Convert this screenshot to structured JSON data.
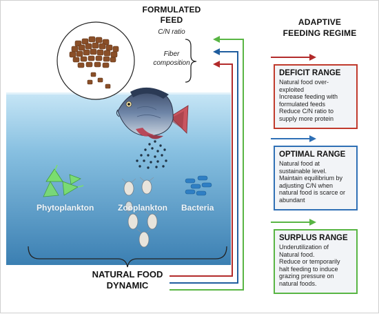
{
  "feed": {
    "title_line1": "FORMULATED",
    "title_line2": "FEED",
    "cn_ratio": "C/N ratio",
    "fiber_line1": "Fiber",
    "fiber_line2": "composition"
  },
  "regime": {
    "title_line1": "ADAPTIVE",
    "title_line2": "FEEDING REGIME"
  },
  "water_labels": {
    "phytoplankton": "Phytoplankton",
    "zooplankton": "Zooplankton",
    "bacteria": "Bacteria"
  },
  "natural_food": {
    "line1": "NATURAL FOOD",
    "line2": "DYNAMIC"
  },
  "boxes": {
    "deficit": {
      "title": "DEFICIT RANGE",
      "color": "#c0392b",
      "lines": [
        "Natural food over-",
        "exploited",
        "Increase  feeding with",
        "formulated feeds",
        "Reduce C/N ratio to",
        "supply more protein"
      ]
    },
    "optimal": {
      "title": "OPTIMAL RANGE",
      "color": "#2e6fb5",
      "lines": [
        "Natural food at",
        "sustainable level.",
        "Maintain equilibrium by",
        "adjusting C/N when",
        "natural food is scarce or",
        "abundant"
      ]
    },
    "surplus": {
      "title": "SURPLUS RANGE",
      "color": "#58b543",
      "lines": [
        "Underutilization of",
        "Natural food.",
        "Reduce or temporarily",
        "halt feeding to induce",
        "grazing pressure on",
        "natural foods."
      ]
    }
  },
  "colors": {
    "water_top": "#bfe1f4",
    "water_bottom": "#3f86b8",
    "pellet": "#8a4f28",
    "arrow_red": "#b22a2a",
    "arrow_blue": "#1f5d9e",
    "arrow_green": "#58b543",
    "phyto": "#7be06a",
    "bacteria": "#2f7fc4"
  },
  "icons": [
    "feed-pellet-icon",
    "tilapia-fish-icon",
    "phytoplankton-icon",
    "zooplankton-icon",
    "bacteria-icon"
  ]
}
